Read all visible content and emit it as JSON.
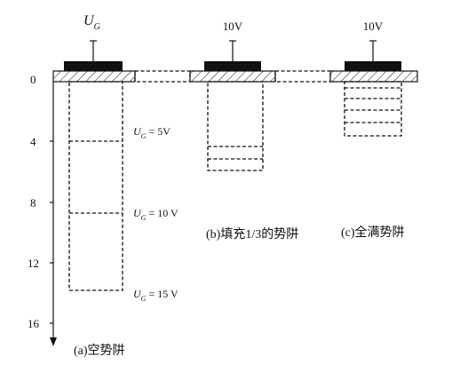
{
  "gates": [
    {
      "label_main": "U",
      "label_sub": "G"
    },
    {
      "label": "10V"
    },
    {
      "label": "10V"
    }
  ],
  "axis": {
    "ticks": [
      "0",
      "4",
      "8",
      "12",
      "16"
    ]
  },
  "well_levels": [
    {
      "sym": "U",
      "sub": "G",
      "rest": "= 5V"
    },
    {
      "sym": "U",
      "sub": "G",
      "rest": "= 10 V"
    },
    {
      "sym": "U",
      "sub": "G",
      "rest": "= 15 V"
    }
  ],
  "captions": {
    "a": "(a)空势阱",
    "b": "(b)填充1/3的势阱",
    "c": "(c)全满势阱"
  }
}
